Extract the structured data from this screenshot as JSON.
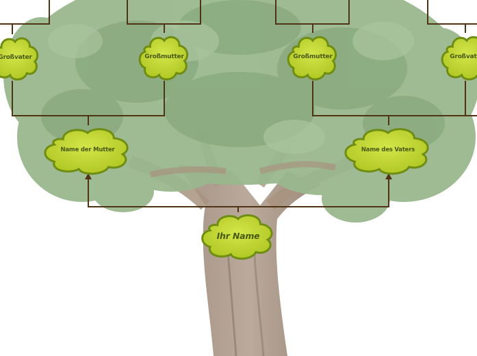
{
  "tree": {
    "grandparents": [
      "Großvater",
      "Großmutter",
      "Großmutter",
      "Großvater"
    ],
    "mother": "Name der Mutter",
    "father": "Name des Vaters",
    "self": "Ihr Name"
  },
  "colors": {
    "node_fill": "#c4d932",
    "node_stroke": "#6f8d12",
    "node_text": "#4a5a12",
    "connector": "#4e3414",
    "foliage": "#95b48a",
    "trunk": "#a69281"
  }
}
